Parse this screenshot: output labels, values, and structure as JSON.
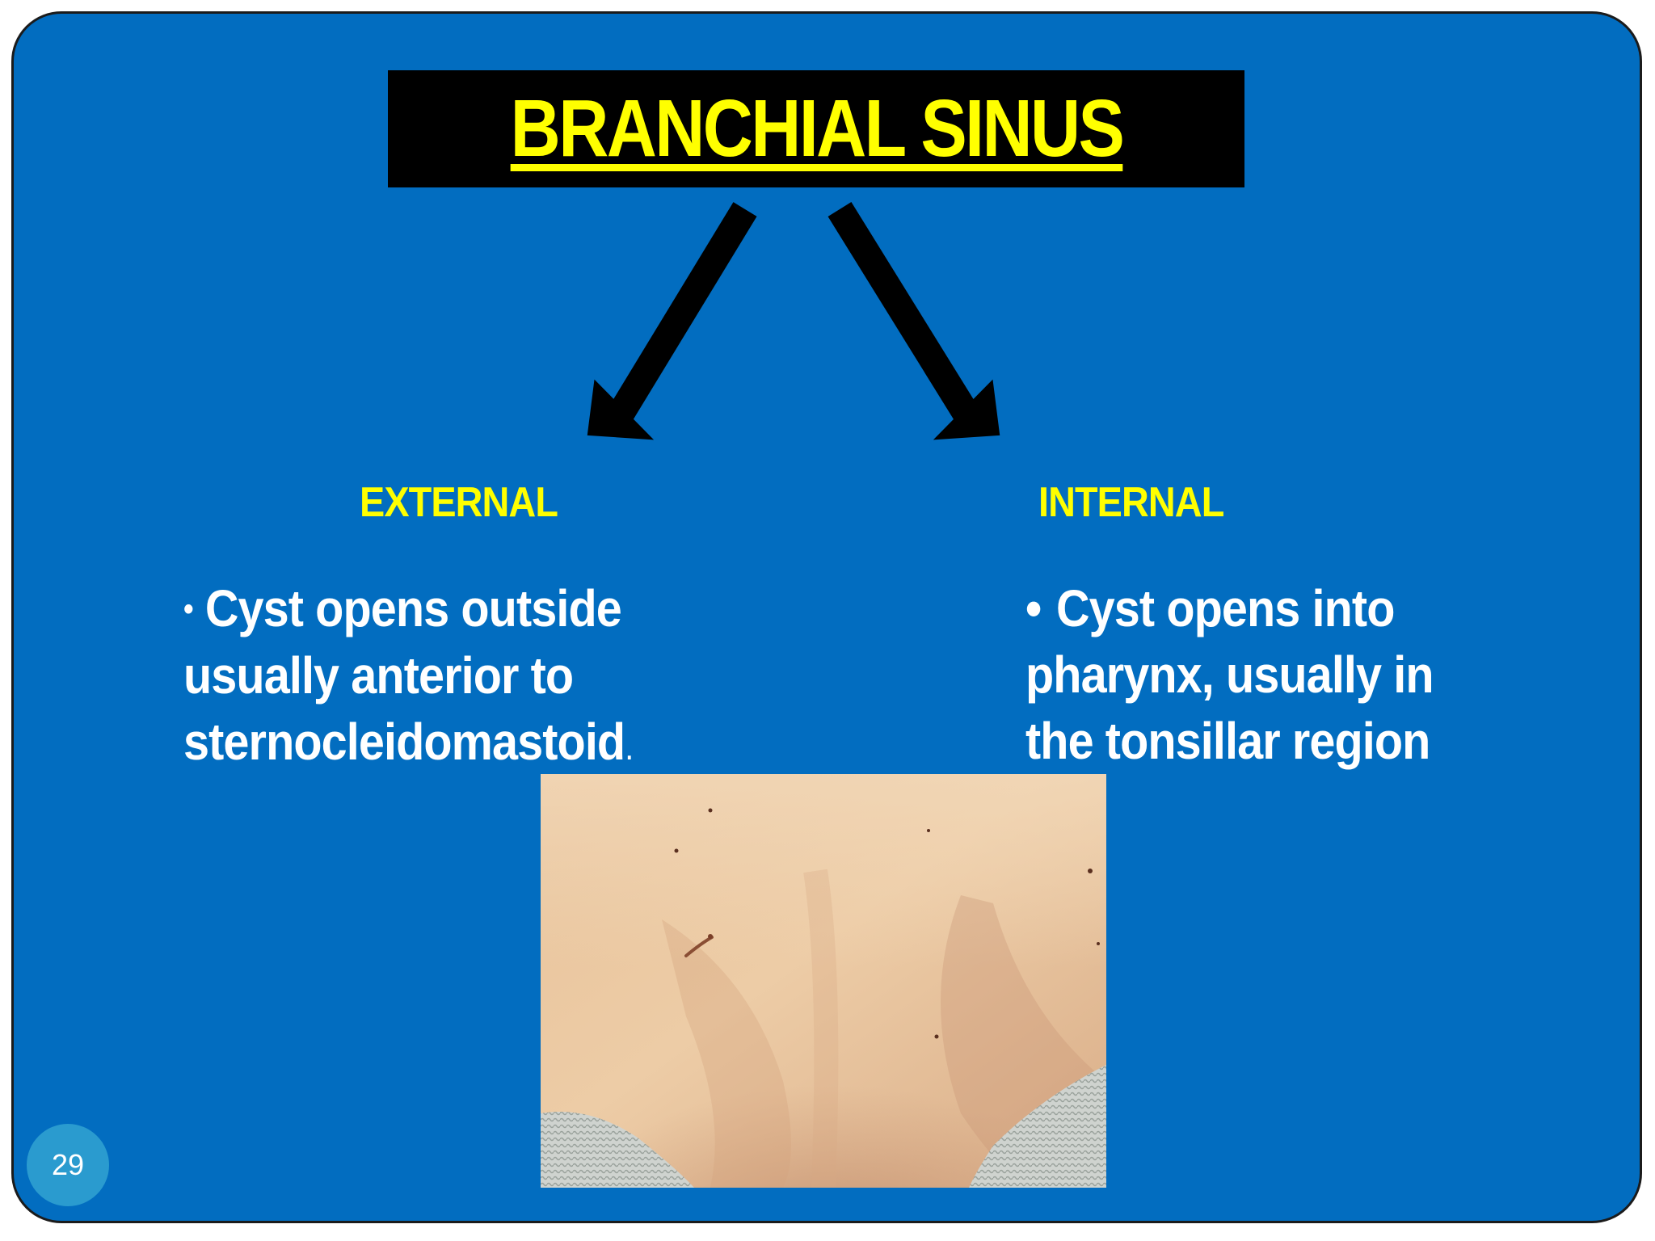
{
  "slide": {
    "title": "BRANCHIAL SINUS",
    "page_number": "29"
  },
  "columns": {
    "external": {
      "heading": "EXTERNAL",
      "bullet": "•",
      "lines": [
        "Cyst opens outside",
        "usually anterior to",
        "sternocleidomastoid"
      ],
      "trailing": "."
    },
    "internal": {
      "heading": "INTERNAL",
      "bullet": "•",
      "lines": [
        "Cyst opens into",
        "pharynx, usually in",
        "the tonsillar region"
      ]
    }
  },
  "colors": {
    "background": "#026dc0",
    "title_bg": "#000000",
    "title_text": "#ffff00",
    "heading_text": "#ffff00",
    "body_text": "#ffffff",
    "badge": "#2a9bcf"
  }
}
